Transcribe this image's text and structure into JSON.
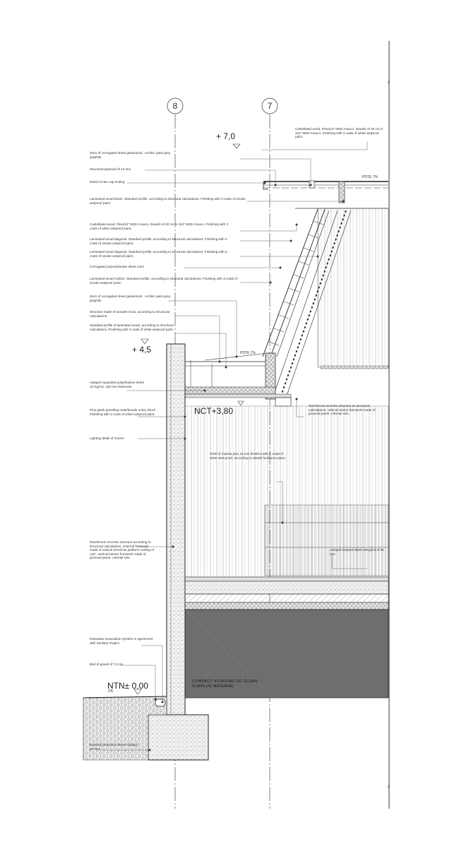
{
  "axes": {
    "left": "8",
    "right": "7"
  },
  "levels": {
    "top": "+ 7,0",
    "mid": "+ 4,5",
    "nct": "NCT+3,80",
    "ntn": "NTN± 0,00"
  },
  "slopes": {
    "roof": "PDTE 7%",
    "eave": "PDTE 7%",
    "ground": "2%"
  },
  "left_notes": [
    "3mm of corrugated sheet galvanized . Acrilinc paint grey graphite",
    "Structural plywood of 12 mm",
    "Detail of rain cap ending",
    "Laminated wood beam. Standard profile, according to structural calculations. Finishing with 3 coats of smoke wetproof paint.",
    "Castellated wood. Pine2x2\" MSD Arauco. Dowels of 40 cm in 2x2\" MSD Arauco. Finishing with 3 coats of white wetproof paint.",
    "Laminated wood diagonal. Standard profile, according to structural calculations. Finishing with 3 coats of smoke wetproof paint.",
    "Laminated wood diagonal. Standard profile, according to structural calculations. Finishing with 3 coats of smoke wetproof paint.",
    "Corrugated polycarbonate sheet 1mm",
    "Laminated wood mullion. Standard profile, according to structural calculations. Finishing with 3 coats of smoke wetproof paint.",
    "3mm of corrugated sheet galvanized . Acrilinc paint grey graphite",
    "Structure made of wooden truss, according to structural calculations.",
    "Standard profile of laminated wood, according to structural calculations. Finishing with 3 coats of white wetproof paint.",
    "Aislapol expanded polyethylene sheet 10 Kg/m3. 100 mm thickness",
    "Pine plank panelling male/female union 3/4x4\" . Finishing with 3 coats of white wetproof paint.",
    "Lighting detail of moves",
    "Reinforced concrete structure according to structural calculations, external formwork made of vertical american platform roofing of 1x5\", vertical interior formwork made of grooved panel, colonial size.",
    "Rainwater Evacuation System in agreement with Sanitary Project",
    "Bed of gravel of 7,5 cm",
    "External protection sheet Aislapol 20 mm"
  ],
  "right_notes": {
    "castellated": "Castellated wood. Pine2x2\" MSD Arauco. Dowels of 40 cm in 2x2\" MSD Arauco. Finishing with 3 coats of white wetproof paint.",
    "concrete": "Reinforced concrete structure as structural calculations, vertical interior formwork made of grooved panel, colonial size.",
    "shelf": "Shelf of masisa plac 18 mm finished with 3 coats of white Wet-proof, according to details furnitures plans",
    "aislapol": "Aislapol isolated sheet 10Kg/m3 of 50 mm",
    "stuffing": "Compact stuffing of clean surplus material"
  }
}
